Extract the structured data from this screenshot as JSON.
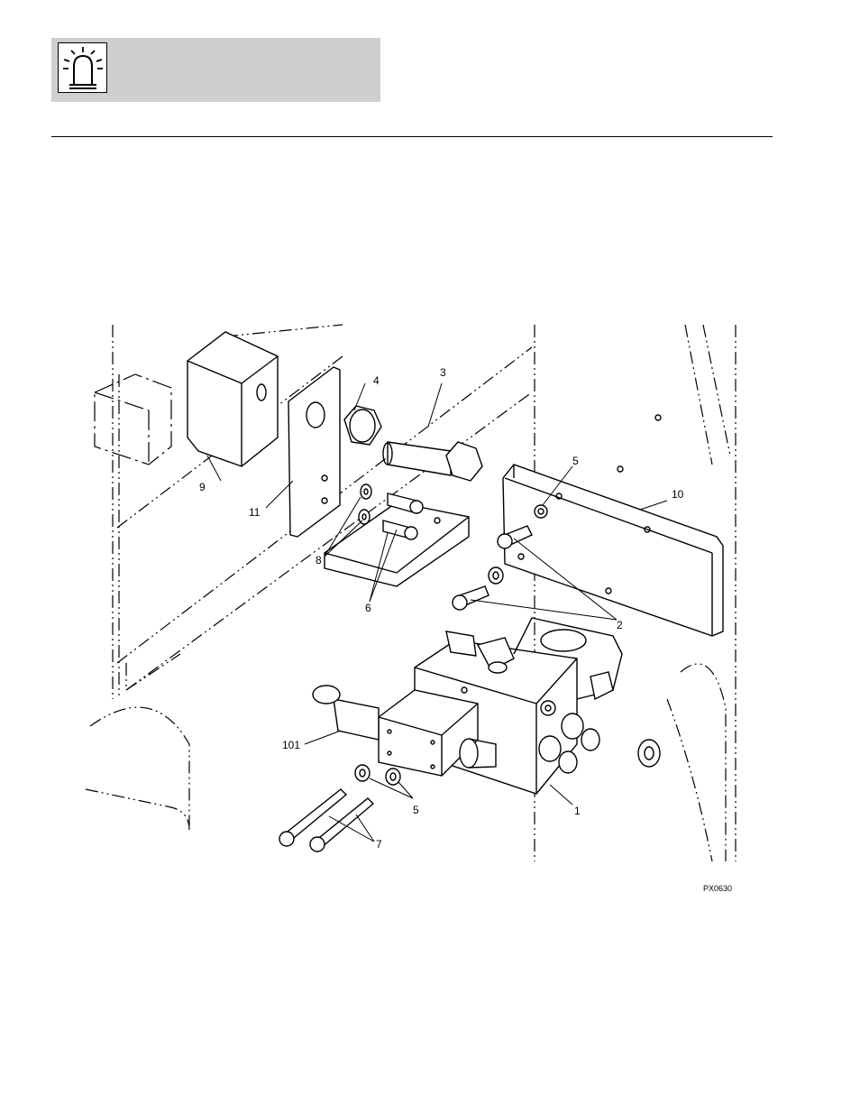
{
  "header": {
    "icon": "beacon-light-icon"
  },
  "figure": {
    "callouts": {
      "c1": "1",
      "c2": "2",
      "c3": "3",
      "c4": "4",
      "c5a": "5",
      "c5b": "5",
      "c6": "6",
      "c7": "7",
      "c8": "8",
      "c9": "9",
      "c10": "10",
      "c11": "11",
      "c101": "101"
    },
    "figure_id": "PX0630"
  }
}
